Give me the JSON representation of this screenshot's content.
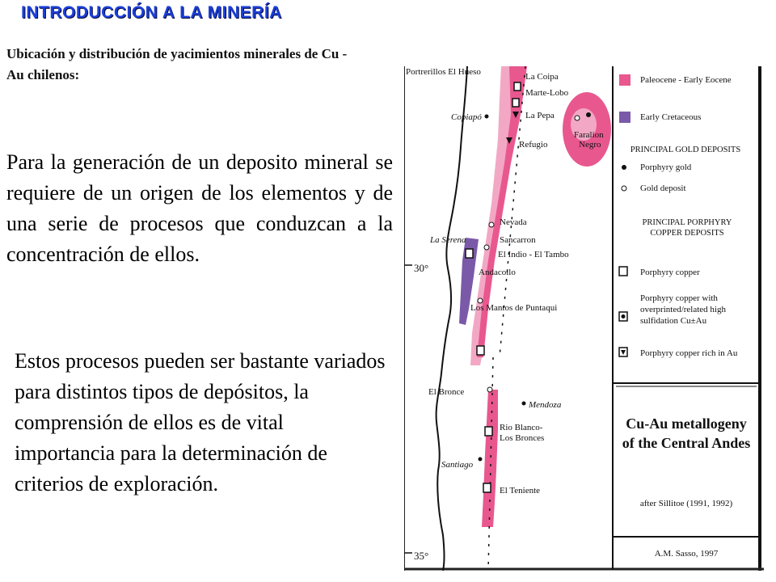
{
  "slide": {
    "title": "INTRODUCCIÓN A LA MINERÍA",
    "subtitle": "Ubicación y distribución de yacimientos minerales de Cu - Au chilenos:",
    "paragraph1": "Para la generación de un deposito mineral se requiere de un origen de los elementos y de una serie de procesos que conduzcan a la concentración de ellos.",
    "paragraph2": "Estos procesos pueden ser bastante variados para distintos tipos de depósitos, la comprensión de ellos es de vital importancia para la determinación de criterios de exploración."
  },
  "map": {
    "places": {
      "potrerillos": "Portrerillos El Hueso",
      "la_coipa": "La Coipa",
      "marte_lobo": "Marte-Lobo",
      "la_pepa": "La Pepa",
      "copiapo": "Copiapó",
      "refugio": "Refugio",
      "faralion_1": "Faralion",
      "faralion_2": "Negro",
      "nevada": "Nevada",
      "sancarron": "Sancarron",
      "indio": "El Indio - El Tambo",
      "la_serena": "La Serena",
      "andacollo": "Andacollo",
      "mantos": "Los Mantos de Puntaqui",
      "el_bronce": "El Bronce",
      "mendoza": "Mendoza",
      "rio_blanco_1": "Rio Blanco-",
      "rio_blanco_2": "Los Bronces",
      "santiago": "Santiago",
      "el_teniente": "El Teniente"
    },
    "latitudes": {
      "lat30": "30°",
      "lat35": "35°"
    },
    "legend": {
      "paleocene": "Paleocene - Early Eocene",
      "cretaceous": "Early Cretaceous",
      "gold_header": "PRINCIPAL GOLD DEPOSITS",
      "porphyry_gold": "Porphyry gold",
      "gold_deposit": "Gold deposit",
      "porphyry_header_1": "PRINCIPAL PORPHYRY",
      "porphyry_header_2": "COPPER DEPOSITS",
      "porphyry_copper": "Porphyry copper",
      "overprinted_1": "Porphyry copper with",
      "overprinted_2": "overprinted/related high",
      "overprinted_3": "sulfidation Cu±Au",
      "rich_au": "Porphyry copper rich in Au"
    },
    "caption": {
      "line1": "Cu-Au metallogeny",
      "line2": "of the Central Andes",
      "source": "after Sillitoe (1991, 1992)",
      "author": "A.M. Sasso, 1997"
    },
    "colors": {
      "paleocene": "#e8588f",
      "cretaceous": "#7a5aa8",
      "light_pink": "#f2a8c4"
    }
  }
}
